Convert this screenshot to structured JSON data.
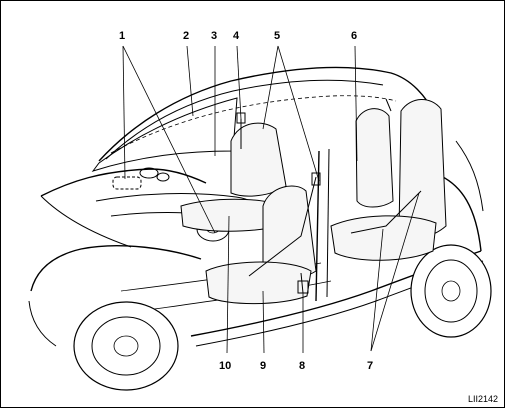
{
  "diagram": {
    "callouts": [
      "1",
      "2",
      "3",
      "4",
      "5",
      "6",
      "7",
      "8",
      "9",
      "10"
    ],
    "figure_code": "LII2142"
  }
}
